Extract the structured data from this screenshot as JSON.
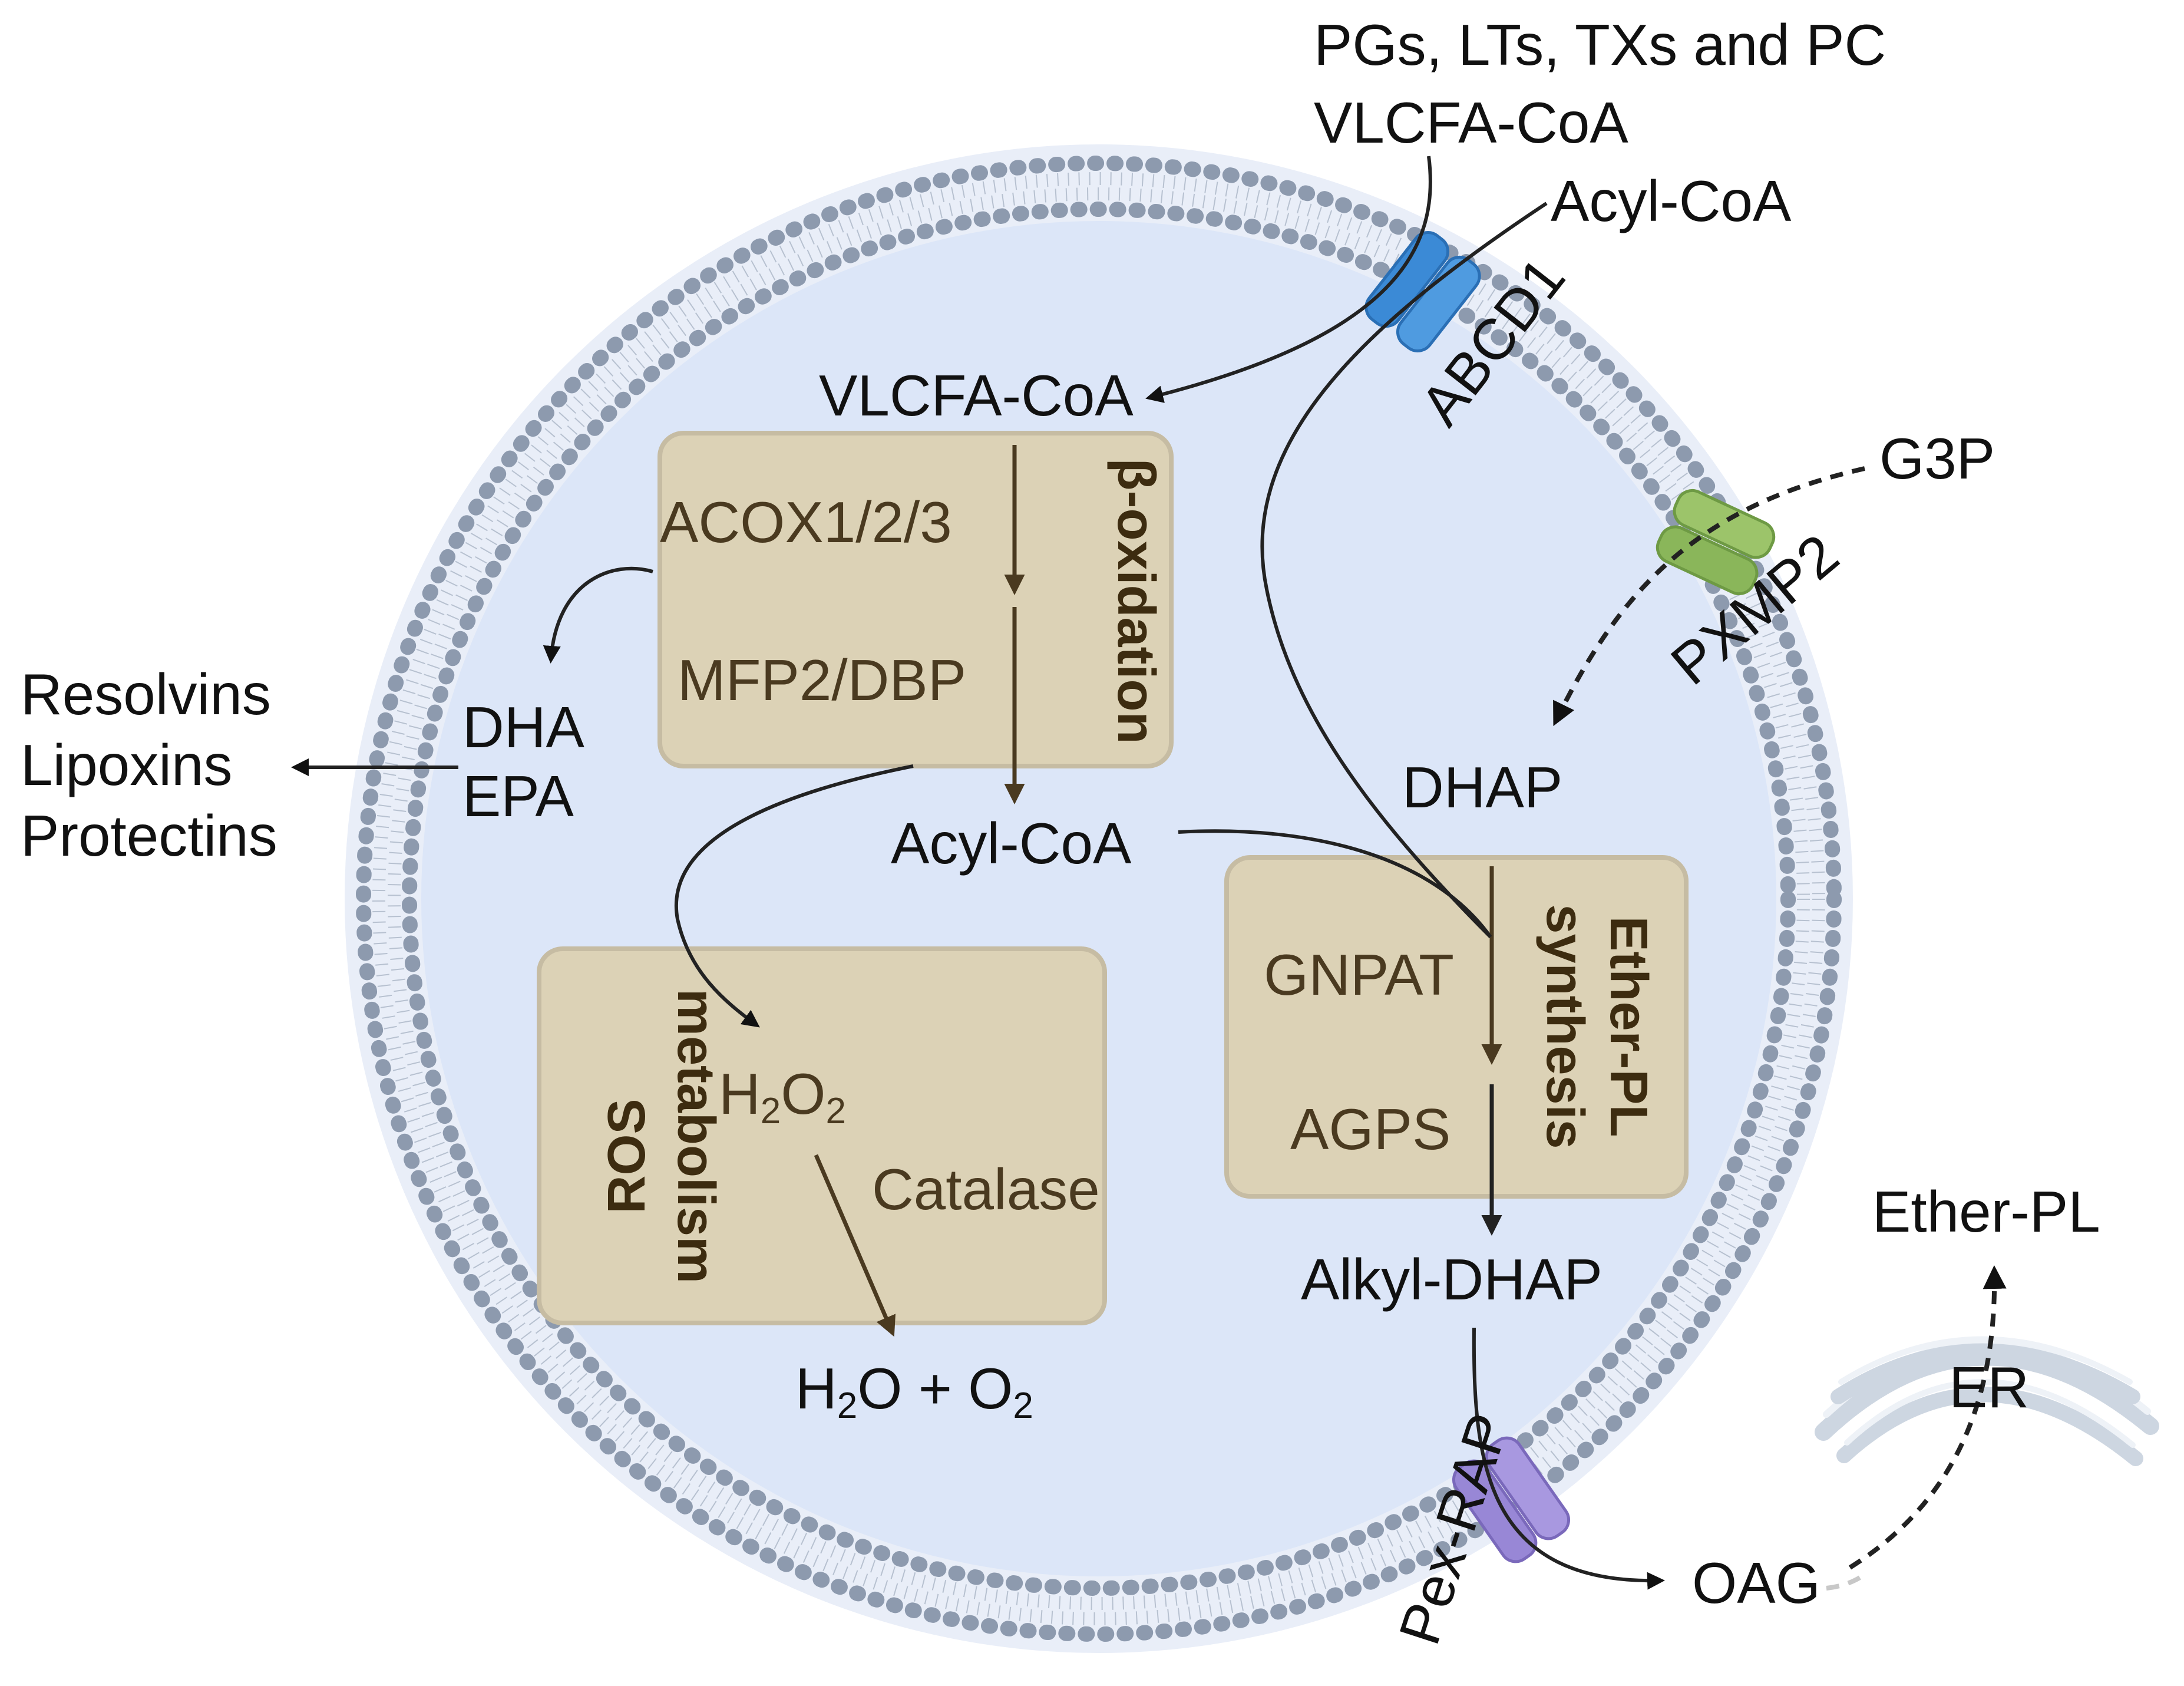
{
  "colors": {
    "cell_fill": "#dce6f8",
    "membrane_head": "#8d9aae",
    "box_fill": "#dcd2b6",
    "box_stroke": "#c6bca3",
    "brown_text": "#4a3a20",
    "abcd1_blue": "#3b8ad6",
    "pxmp2_green": "#8ab65a",
    "pexrap_purple": "#9887d6",
    "er_gray": "#cdd6e1"
  },
  "icons": [
    "abcd1-transporter-icon",
    "pxmp2-channel-icon",
    "pexrap-transporter-icon",
    "endoplasmic-reticulum-icon"
  ],
  "external": {
    "top_line1": "PGs, LTs, TXs and PC",
    "top_line2": "VLCFA-CoA",
    "top_acyl": "Acyl-CoA",
    "g3p": "G3P",
    "resolvins": "Resolvins",
    "lipoxins": "Lipoxins",
    "protectins": "Protectins",
    "ether_pl": "Ether-PL",
    "oag": "OAG",
    "er": "ER"
  },
  "transporters": {
    "abcd1": "ABCD1",
    "pxmp2": "PXMP2",
    "pexrap": "Pex-RAP"
  },
  "internal": {
    "vlcfa_coa": "VLCFA-CoA",
    "acyl_coa": "Acyl-CoA",
    "dha": "DHA",
    "epa": "EPA",
    "dhap": "DHAP",
    "alkyl_dhap": "Alkyl-DHAP",
    "h2o2": {
      "base1": "H",
      "sub1": "2",
      "base2": "O",
      "sub2": "2"
    },
    "h2o_o2": {
      "base1": "H",
      "sub1": "2",
      "base2": "O + O",
      "sub2": "2"
    }
  },
  "beta_box": {
    "title": "β-oxidation",
    "enzyme1": "ACOX1/2/3",
    "enzyme2": "MFP2/DBP"
  },
  "ros_box": {
    "title_line1": "ROS",
    "title_line2": "metabolism",
    "enzyme": "Catalase"
  },
  "ether_box": {
    "title_line1": "Ether-PL",
    "title_line2": "synthesis",
    "enzyme1": "GNPAT",
    "enzyme2": "AGPS"
  }
}
